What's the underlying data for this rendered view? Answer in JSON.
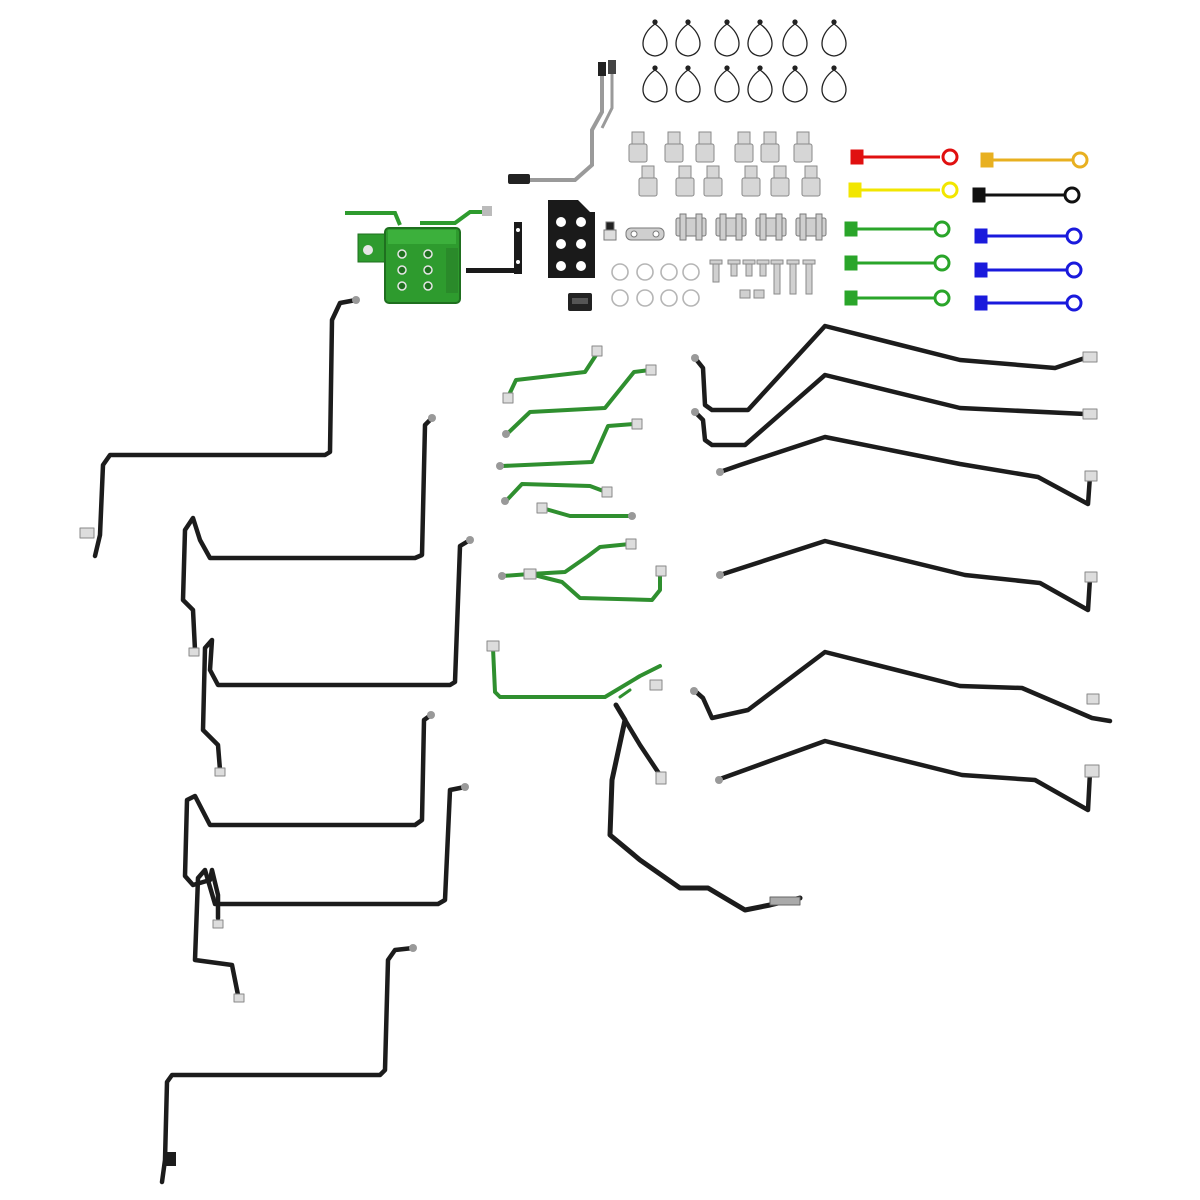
{
  "image": {
    "subject": "hydraulic-lines-kit",
    "colors": {
      "background": "#ffffff",
      "line_black": "#1c1c1c",
      "line_green": "#2f8f2f",
      "line_green_light": "#3aa53a",
      "valve_green": "#2e9b2e",
      "fitting_silver": "#d6d6d6",
      "fitting_edge": "#8a8a8a",
      "cable_gray": "#9a9a9a",
      "bracket_black": "#1a1a1a"
    },
    "dust_cap_colors": {
      "left": [
        "#e01010",
        "#f2e600",
        "#2aa52a",
        "#2aa52a",
        "#2aa52a"
      ],
      "right": [
        "#e8b020",
        "#111111",
        "#1a1adc",
        "#1a1adc",
        "#1a1adc"
      ]
    },
    "parts": [
      {
        "name": "valve-block",
        "color": "green"
      },
      {
        "name": "wiring-harness",
        "color": "gray"
      },
      {
        "name": "mounting-bracket",
        "color": "black"
      },
      {
        "name": "bracket-plate",
        "color": "black"
      },
      {
        "name": "quick-couplers",
        "count": 12
      },
      {
        "name": "cable-ties",
        "count": 12
      },
      {
        "name": "hose-clamps",
        "count": 8
      },
      {
        "name": "hardware-bolts",
        "count": 8
      },
      {
        "name": "dust-caps",
        "count": 10
      },
      {
        "name": "green-hydraulic-lines",
        "count": 8
      },
      {
        "name": "black-hydraulic-lines",
        "count": 14
      }
    ]
  }
}
